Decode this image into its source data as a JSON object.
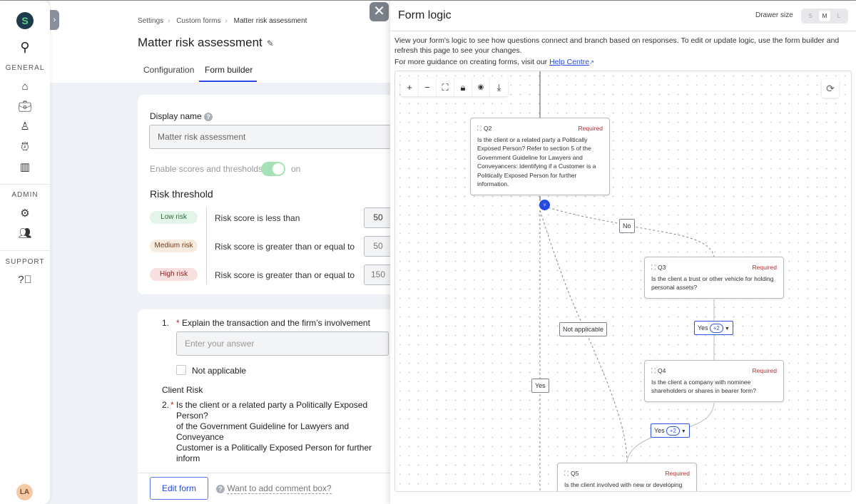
{
  "sidebar": {
    "sections": [
      {
        "label": "GENERAL"
      },
      {
        "label": "ADMIN"
      },
      {
        "label": "SUPPORT"
      }
    ],
    "avatar": "LA",
    "icons": [
      "search-icon",
      "home-icon",
      "briefcase-icon",
      "person-icon",
      "alarm-icon",
      "report-icon",
      "settings-icon",
      "users-icon",
      "help-icon"
    ]
  },
  "breadcrumb": [
    "Settings",
    "Custom forms",
    "Matter risk assessment"
  ],
  "page_title": "Matter risk assessment",
  "tabs": [
    {
      "label": "Configuration",
      "active": false
    },
    {
      "label": "Form builder",
      "active": true
    }
  ],
  "form": {
    "display_name_label": "Display name",
    "display_name_value": "Matter risk assessment",
    "scores_label": "Enable scores and thresholds",
    "scores_state": "on",
    "risk_threshold_title": "Risk threshold",
    "thresholds": [
      {
        "badge": "Low risk",
        "text": "Risk score is less than",
        "value": "50",
        "color": "#e3f5e8"
      },
      {
        "badge": "Medium risk",
        "text": "Risk score is greater than or equal to",
        "value": "50",
        "color": "#f8ebe0"
      },
      {
        "badge": "High risk",
        "text": "Risk score is greater than or equal to",
        "value": "150",
        "color": "#f9e0e0"
      }
    ],
    "q1": {
      "num": "1.",
      "label": "Explain the transaction and the firm’s involvement",
      "placeholder": "Enter your answer",
      "na": "Not applicable"
    },
    "section": "Client Risk",
    "q2": {
      "num": "2.",
      "lines": [
        "Is the client or a related party a Politically Exposed Person?",
        "of the Government Guideline for Lawyers and Conveyance",
        "Customer is a Politically Exposed Person for further inform"
      ]
    },
    "edit_button": "Edit form",
    "comment_link": "Want to add comment box?"
  },
  "drawer": {
    "title": "Form logic",
    "size_label": "Drawer size",
    "sizes": [
      "S",
      "M",
      "L"
    ],
    "selected_size": "M",
    "description": "View your form's logic to see how questions connect and branch based on responses. To edit or update logic, use the form builder and refresh this page to see your changes.",
    "guidance": "For more guidance on creating forms, visit our ",
    "help_link": "Help Centre",
    "tools": [
      "zoom-in",
      "zoom-out",
      "fit-view",
      "lock",
      "visibility",
      "download"
    ],
    "nodes": [
      {
        "id": "Q2",
        "required": "Required",
        "text": "Is the client or a related party a Politically Exposed Person? Refer to section 5 of the Government Guideline for Lawyers and Conveyancers: Identifying if a Customer is a Politically Exposed Person for further information."
      },
      {
        "id": "Q3",
        "required": "Required",
        "text": "Is the client a trust or other vehicle for holding personal assets?"
      },
      {
        "id": "Q4",
        "required": "Required",
        "text": "Is the client a company with nominee shareholders or shares in bearer form?"
      },
      {
        "id": "Q5",
        "required": "Required",
        "text": "Is the client involved with new or developing"
      }
    ],
    "edge_labels": {
      "no": "No",
      "not_applicable": "Not applicable",
      "yes": "Yes",
      "q3_yes": "Yes",
      "q3_more": "+2",
      "q4_yes": "Yes",
      "q4_more": "+2"
    }
  }
}
